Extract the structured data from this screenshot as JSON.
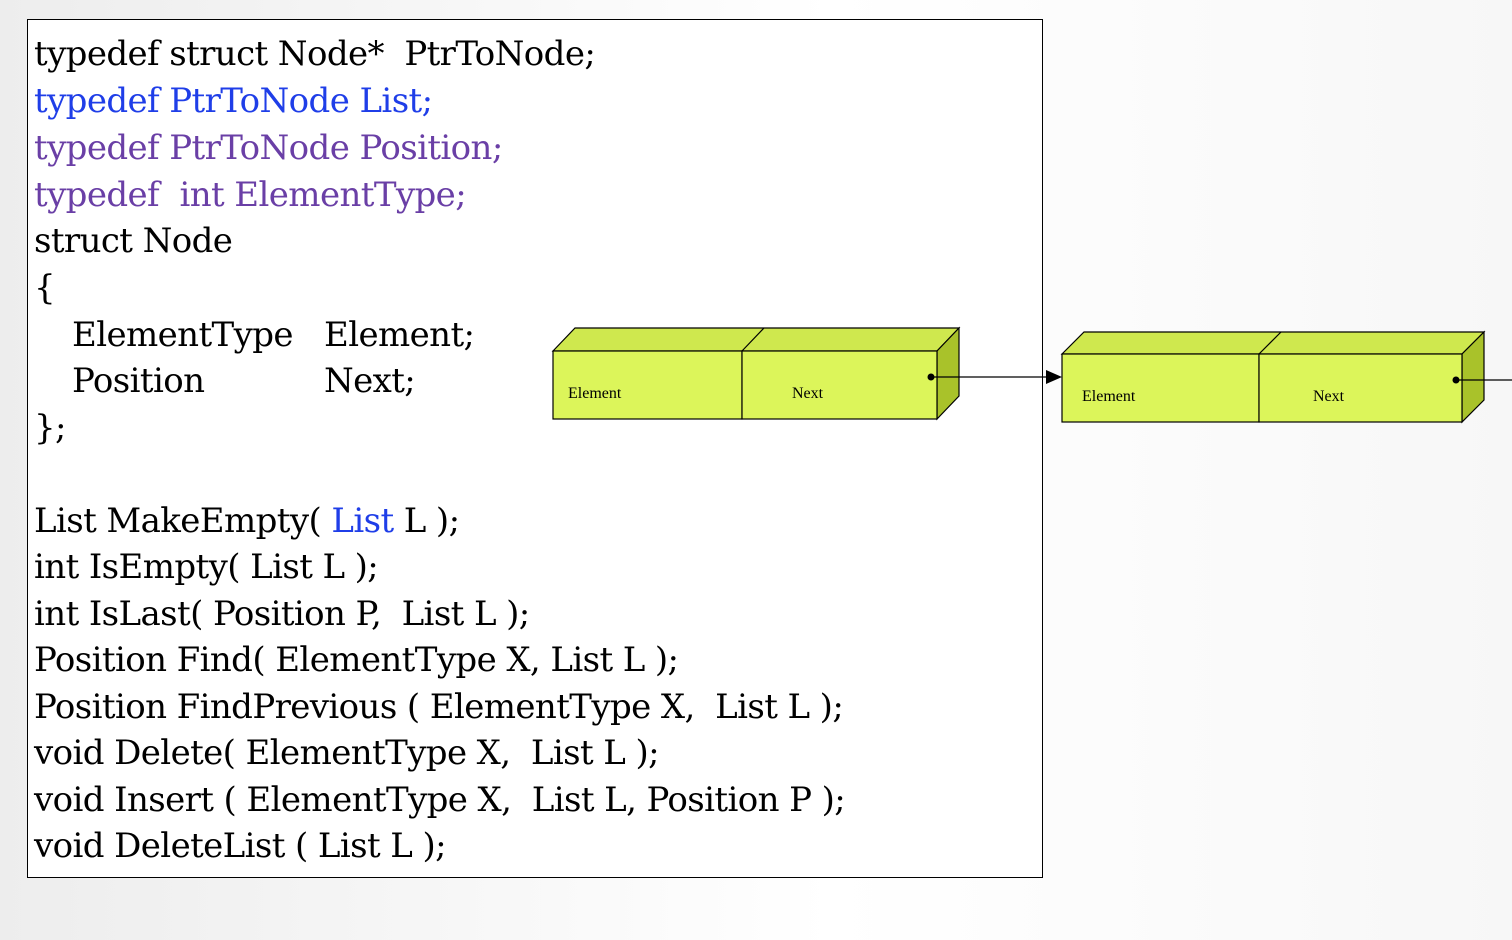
{
  "code": {
    "lines": [
      {
        "text": "typedef struct Node*  PtrToNode;",
        "color": "#000000"
      },
      {
        "text": "typedef PtrToNode List;",
        "color": "#1f3ee8"
      },
      {
        "text": "typedef PtrToNode Position;",
        "color": "#6a3fa6"
      },
      {
        "text": "typedef  int ElementType;",
        "color": "#6a3fa6"
      },
      {
        "text": "struct Node",
        "color": "#000000"
      },
      {
        "text": "{",
        "color": "#000000"
      },
      {
        "text_a": "ElementType",
        "text_b": "Element;",
        "color": "#000000"
      },
      {
        "text_a": "Position",
        "text_b": "Next;",
        "color": "#000000"
      },
      {
        "text": "};",
        "color": "#000000"
      },
      {
        "before": "List MakeEmpty( ",
        "highlight": "List",
        "after": " L );",
        "highlight_color": "#1f3ee8"
      },
      {
        "text": "int IsEmpty( List L );",
        "color": "#000000"
      },
      {
        "text": "int IsLast( Position P,  List L );",
        "color": "#000000"
      },
      {
        "text": "Position Find( ElementType X, List L );",
        "color": "#000000"
      },
      {
        "text": "Position FindPrevious ( ElementType X,  List L );",
        "color": "#000000"
      },
      {
        "text": "void Delete( ElementType X,  List L );",
        "color": "#000000"
      },
      {
        "text": "void Insert ( ElementType X,  List L, Position P );",
        "color": "#000000"
      },
      {
        "text": "void DeleteList ( List L );",
        "color": "#000000"
      }
    ]
  },
  "nodes": [
    {
      "element_label": "Element",
      "next_label": "Next"
    },
    {
      "element_label": "Element",
      "next_label": "Next"
    }
  ],
  "colors": {
    "node_fill": "#dcf55a",
    "node_top": "#cfe84e",
    "node_side": "#a9c22a",
    "node_stroke": "#000000"
  }
}
